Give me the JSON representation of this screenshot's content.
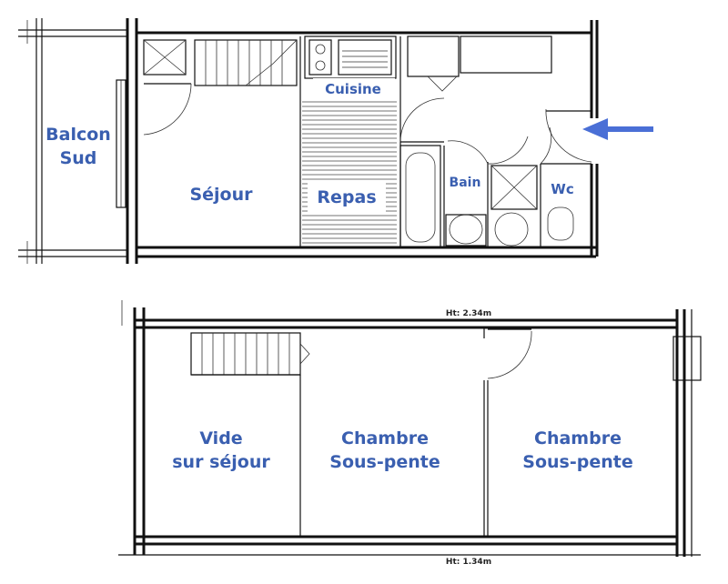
{
  "plan": {
    "ground_floor": {
      "rooms": {
        "balcon_line1": "Balcon",
        "balcon_line2": "Sud",
        "sejour": "Séjour",
        "repas": "Repas",
        "cuisine": "Cuisine",
        "bain": "Bain",
        "wc": "Wc"
      },
      "entrance_arrow_color": "#4a6fd6"
    },
    "upper_floor": {
      "rooms": {
        "vide_line1": "Vide",
        "vide_line2": "sur séjour",
        "chambre1_line1": "Chambre",
        "chambre1_line2": "Sous-pente",
        "chambre2_line1": "Chambre",
        "chambre2_line2": "Sous-pente"
      },
      "height_top": "Ht: 2.34m",
      "height_bottom": "Ht: 1.34m"
    },
    "label_color": "#3a5fb0"
  }
}
